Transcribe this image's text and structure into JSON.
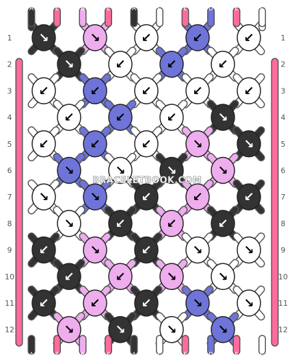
{
  "watermark": "BRACELETBOOK.COM",
  "colors": {
    "A": "#333333",
    "B": "#eeaeee",
    "C": "#ffffff",
    "D": "#6f74d8",
    "E": "#ff6b9b",
    "F": "#ff6b9b"
  },
  "top_strings": [
    "A",
    "E",
    "B",
    "E",
    "A",
    "C",
    "E",
    "D",
    "E",
    "C"
  ],
  "bottom_strings": [
    "A",
    "E",
    "B",
    "E",
    "A",
    "C",
    "E",
    "D",
    "E",
    "C"
  ],
  "row_labels": [
    "1",
    "2",
    "3",
    "4",
    "5",
    "6",
    "7",
    "8",
    "9",
    "10",
    "11",
    "12"
  ],
  "knots": [
    [
      {
        "c": "A",
        "d": "↘"
      },
      {
        "c": "B",
        "d": "↘"
      },
      {
        "c": "C",
        "d": "↙"
      },
      {
        "c": "D",
        "d": "↙"
      },
      {
        "c": "C",
        "d": "↙"
      }
    ],
    [
      {
        "c": "A",
        "d": "↘"
      },
      {
        "c": "C",
        "d": "↙"
      },
      {
        "c": "D",
        "d": "↙"
      },
      {
        "c": "C",
        "d": "↙"
      }
    ],
    [
      {
        "c": "C",
        "d": "↙"
      },
      {
        "c": "D",
        "d": "↙"
      },
      {
        "c": "C",
        "d": "↙"
      },
      {
        "c": "C",
        "d": "↙"
      },
      {
        "c": "C",
        "d": "↙"
      }
    ],
    [
      {
        "c": "C",
        "d": "↙"
      },
      {
        "c": "D",
        "d": "↙"
      },
      {
        "c": "C",
        "d": "↙"
      },
      {
        "c": "A",
        "d": "↘"
      }
    ],
    [
      {
        "c": "C",
        "d": "↙"
      },
      {
        "c": "D",
        "d": "↙"
      },
      {
        "c": "C",
        "d": "↙"
      },
      {
        "c": "B",
        "d": "↘"
      },
      {
        "c": "A",
        "d": "↘"
      }
    ],
    [
      {
        "c": "D",
        "d": "↘"
      },
      {
        "c": "C",
        "d": "↘"
      },
      {
        "c": "A",
        "d": "↘"
      },
      {
        "c": "B",
        "d": "↘"
      }
    ],
    [
      {
        "c": "C",
        "d": "↘"
      },
      {
        "c": "D",
        "d": "↘"
      },
      {
        "c": "A",
        "d": "↙"
      },
      {
        "c": "B",
        "d": "↙"
      },
      {
        "c": "A",
        "d": "↙"
      }
    ],
    [
      {
        "c": "C",
        "d": "↘"
      },
      {
        "c": "A",
        "d": "↙"
      },
      {
        "c": "B",
        "d": "↙"
      },
      {
        "c": "A",
        "d": "↙"
      }
    ],
    [
      {
        "c": "A",
        "d": "↙"
      },
      {
        "c": "B",
        "d": "↘"
      },
      {
        "c": "A",
        "d": "↙"
      },
      {
        "c": "C",
        "d": "↘"
      },
      {
        "c": "C",
        "d": "↘"
      }
    ],
    [
      {
        "c": "A",
        "d": "↙"
      },
      {
        "c": "B",
        "d": "↙"
      },
      {
        "c": "B",
        "d": "↘"
      },
      {
        "c": "C",
        "d": "↘"
      }
    ],
    [
      {
        "c": "A",
        "d": "↙"
      },
      {
        "c": "B",
        "d": "↙"
      },
      {
        "c": "A",
        "d": "↙"
      },
      {
        "c": "D",
        "d": "↘"
      },
      {
        "c": "C",
        "d": "↘"
      }
    ],
    [
      {
        "c": "B",
        "d": "↘"
      },
      {
        "c": "A",
        "d": "↘"
      },
      {
        "c": "C",
        "d": "↘"
      },
      {
        "c": "D",
        "d": "↘"
      }
    ]
  ]
}
